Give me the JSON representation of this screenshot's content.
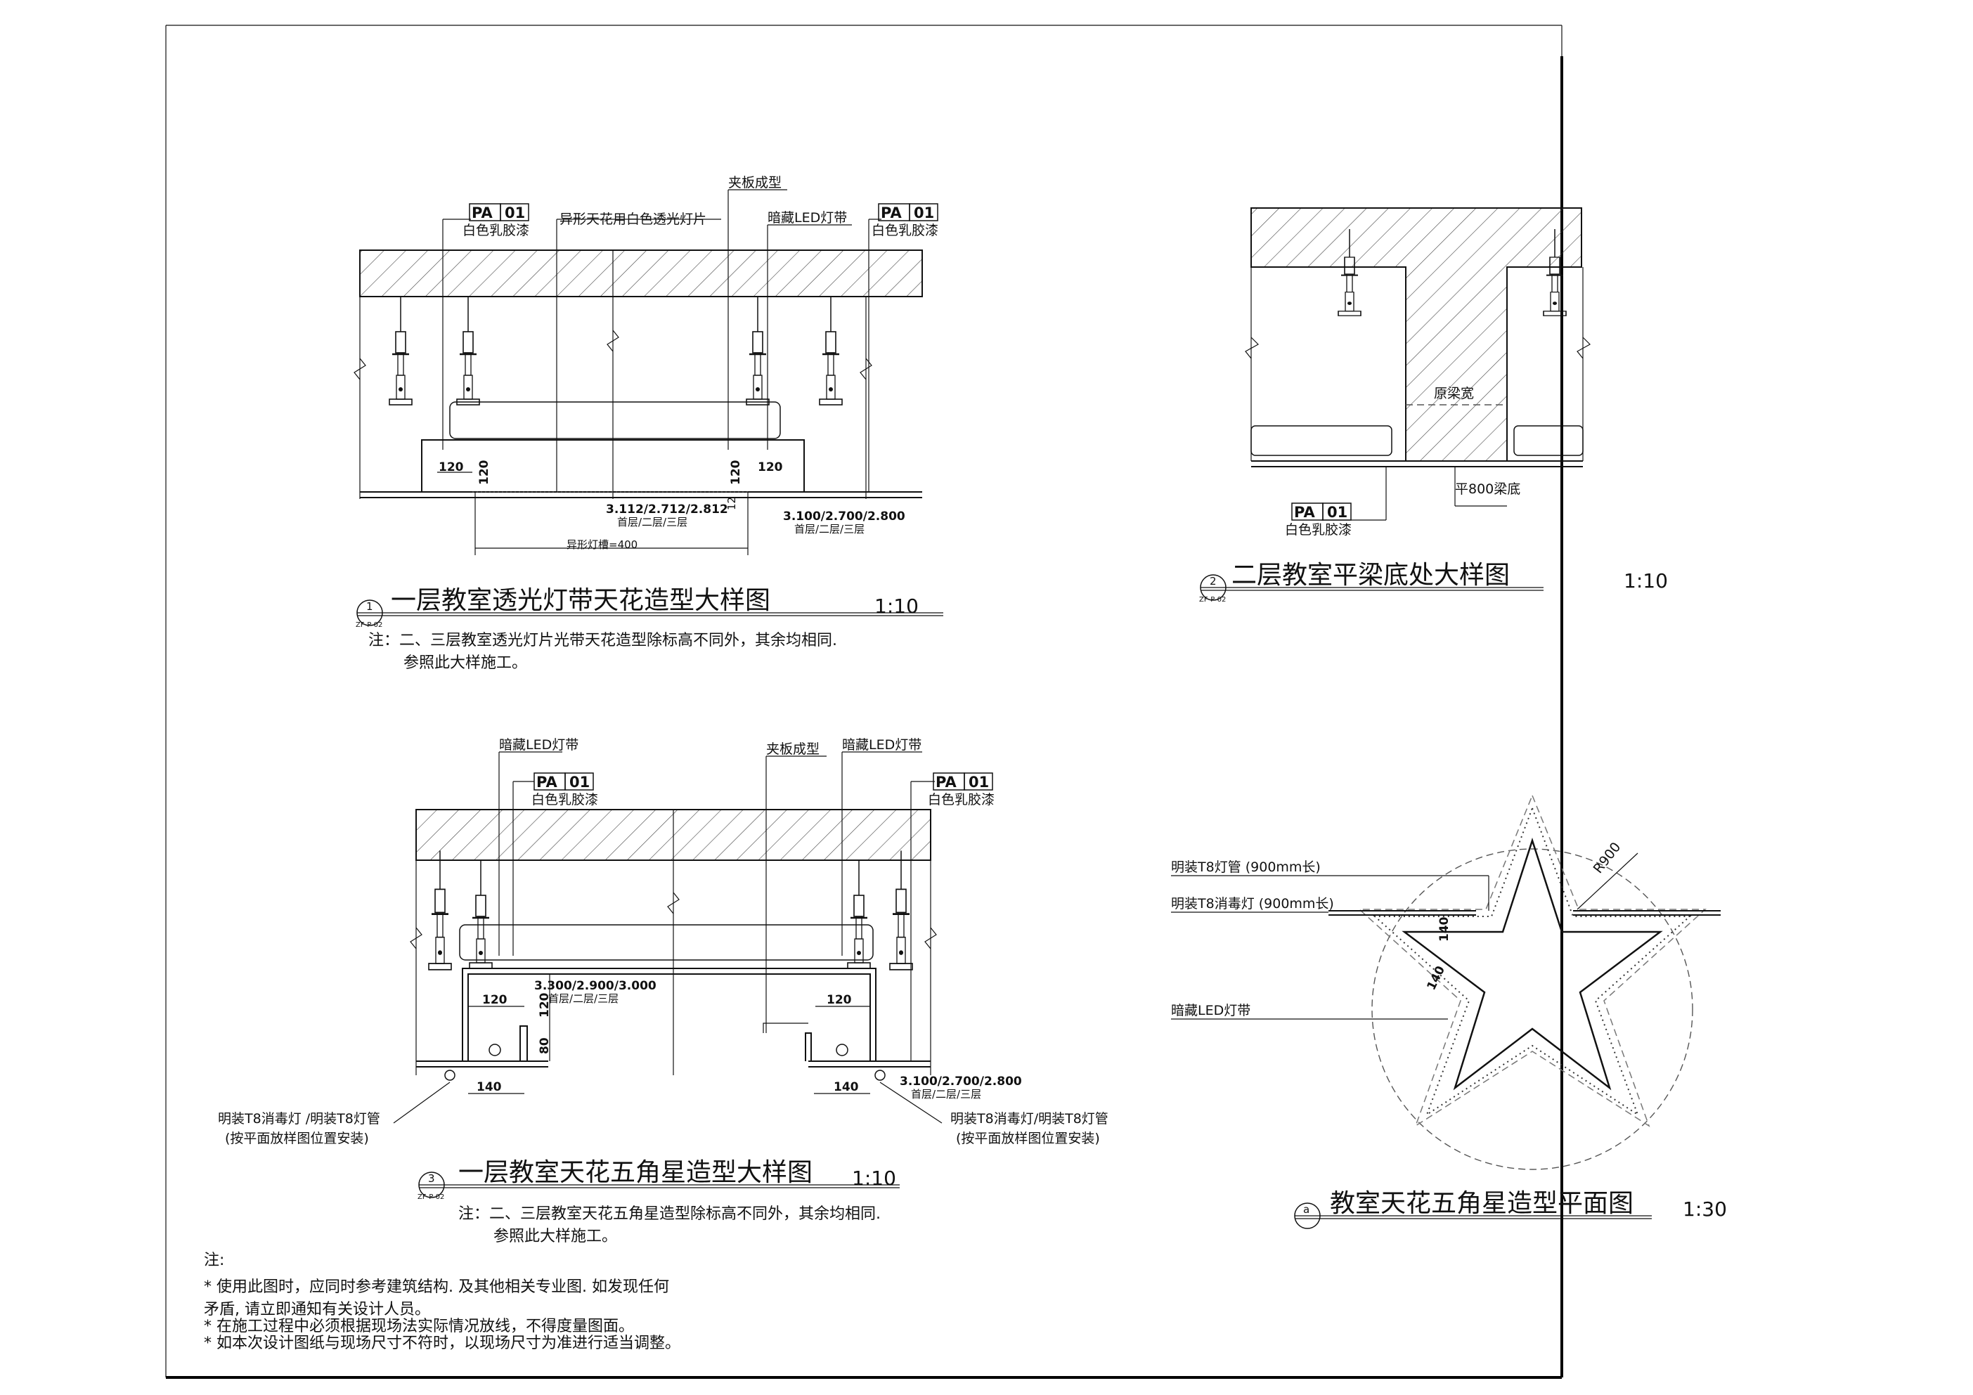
{
  "general_notes": {
    "heading": "注:",
    "items": [
      "* 使用此图时，应同时参考建筑结构. 及其他相关专业图. 如发现任何",
      "矛盾, 请立即通知有关设计人员。",
      "* 在施工过程中必须根据现场法实际情况放线，不得度量图面。",
      "* 如本次设计图纸与现场尺寸不符时，以现场尺寸为准进行适当调整。"
    ]
  },
  "tag": {
    "code": "PA",
    "num": "01",
    "desc": "白色乳胶漆"
  },
  "d1": {
    "title": "一层教室透光灯带天花造型大样图",
    "scale": "1:10",
    "badge_num": "1",
    "badge_code": "ZF-P-02",
    "label_film": "异形天花用白色透光灯片",
    "label_plywood": "夹板成型",
    "label_led": "暗藏LED灯带",
    "dim_120": "120",
    "dim_12": "12",
    "elev_a": "3.112/2.712/2.812",
    "elev_a_floors": "首层/二层/三层",
    "elev_b": "3.100/2.700/2.800",
    "elev_b_floors": "首层/二层/三层",
    "slot": "异形灯槽=400",
    "note1": "注：二、三层教室透光灯片光带天花造型除标高不同外，其余均相同.",
    "note2": "参照此大样施工。"
  },
  "d2": {
    "title": "二层教室平梁底处大样图",
    "scale": "1:10",
    "badge_num": "2",
    "badge_code": "ZF-P-02",
    "beam_width": "原梁宽",
    "beam_bottom": "平800梁底"
  },
  "d3": {
    "title": "一层教室天花五角星造型大样图",
    "scale": "1:10",
    "badge_num": "3",
    "badge_code": "ZF-P-02",
    "label_led": "暗藏LED灯带",
    "label_plywood": "夹板成型",
    "dim_120": "120",
    "dim_80": "80",
    "dim_140": "140",
    "elev_a": "3.300/2.900/3.000",
    "elev_a_floors": "首层/二层/三层",
    "elev_b": "3.100/2.700/2.800",
    "elev_b_floors": "首层/二层/三层",
    "lamp_label": "明装T8消毒灯 /明装T8灯管",
    "lamp_label_right": "明装T8消毒灯/明装T8灯管",
    "lamp_note": "(按平面放样图位置安装)",
    "note1": "注：二、三层教室天花五角星造型除标高不同外，其余均相同.",
    "note2": "参照此大样施工。"
  },
  "d4": {
    "title": "教室天花五角星造型平面图",
    "scale": "1:30",
    "badge_num": "a",
    "label_t8_tube": "明装T8灯管 (900mm长)",
    "label_t8_uv": "明装T8消毒灯 (900mm长)",
    "label_led": "暗藏LED灯带",
    "radius": "R900",
    "dim_140": "140"
  }
}
